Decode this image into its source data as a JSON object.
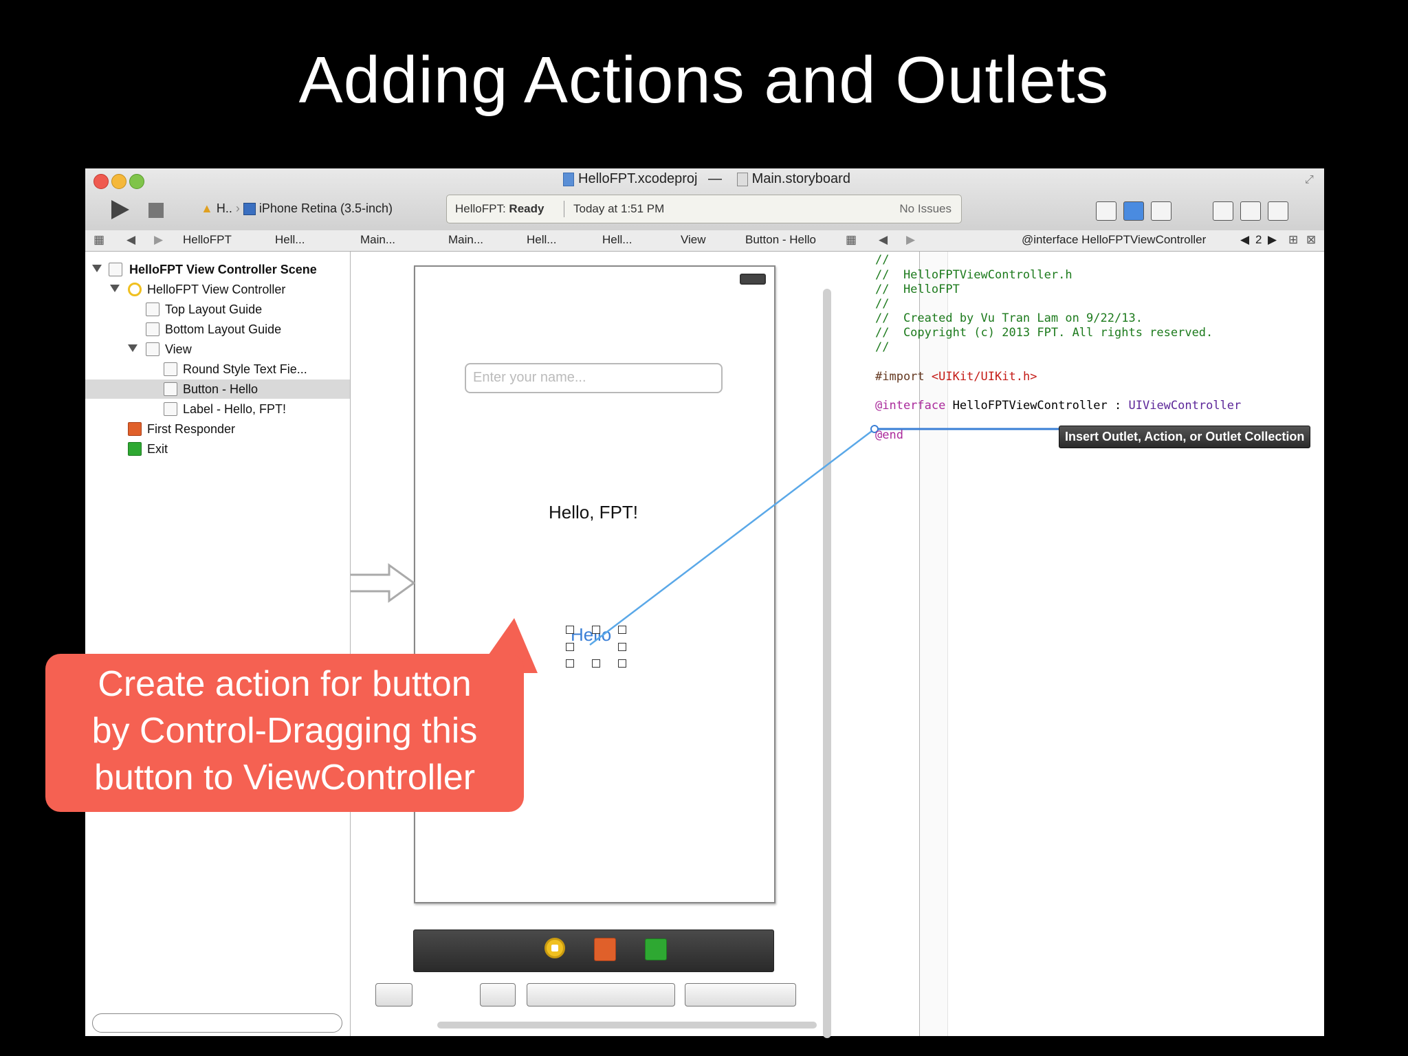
{
  "slide": {
    "title": "Adding Actions and Outlets",
    "callout": "Create action for button by Control-Dragging this button to ViewController",
    "callout_lines": [
      "Create action for button",
      "by Control-Dragging this",
      "button to ViewController"
    ]
  },
  "window": {
    "project_file": "HelloFPT.xcodeproj",
    "separator": "—",
    "storyboard_file": "Main.storyboard"
  },
  "toolbar": {
    "scheme": "H..",
    "device": "iPhone Retina (3.5-inch)",
    "activity_name": "HelloFPT:",
    "activity_status": "Ready",
    "activity_time": "Today at 1:51 PM",
    "issues": "No Issues"
  },
  "jumpbar_left": [
    "HelloFPT",
    "Hell...",
    "Main...",
    "Main...",
    "Hell...",
    "Hell...",
    "View",
    "Button - Hello"
  ],
  "jumpbar_right": {
    "interface": "@interface HelloFPTViewController",
    "counter": "2"
  },
  "navigator": {
    "items": [
      {
        "label": "HelloFPT View Controller Scene"
      },
      {
        "label": "HelloFPT View Controller"
      },
      {
        "label": "Top Layout Guide"
      },
      {
        "label": "Bottom Layout Guide"
      },
      {
        "label": "View"
      },
      {
        "label": "Round Style Text Fie..."
      },
      {
        "label": "Button - Hello"
      },
      {
        "label": "Label - Hello, FPT!"
      },
      {
        "label": "First Responder"
      },
      {
        "label": "Exit"
      }
    ]
  },
  "canvas": {
    "text_field_placeholder": "Enter your name...",
    "label_text": "Hello, FPT!",
    "button_text": "Hello"
  },
  "editor": {
    "lines": [
      "//",
      "//  HelloFPTViewController.h",
      "//  HelloFPT",
      "//",
      "//  Created by Vu Tran Lam on 9/22/13.",
      "//  Copyright (c) 2013 FPT. All rights reserved.",
      "//"
    ],
    "import_kw": "#import",
    "import_file": "<UIKit/UIKit.h>",
    "interface_kw": "@interface",
    "interface_name": "HelloFPTViewController :",
    "superclass": "UIViewController",
    "end_kw": "@end",
    "tooltip": "Insert Outlet, Action, or Outlet Collection"
  },
  "colors": {
    "callout": "#f56152",
    "connection_line": "#5aa8e8",
    "keyword": "#aa2a9b",
    "comment": "#1c7a1c"
  }
}
